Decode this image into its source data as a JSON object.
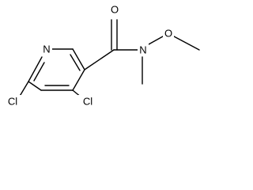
{
  "molecule": {
    "atoms": {
      "oxygen_carbonyl": "O",
      "nitrogen_amide": "N",
      "oxygen_methoxy": "O",
      "nitrogen_ring": "N",
      "chlorine_6": "Cl",
      "chlorine_4": "Cl"
    }
  }
}
